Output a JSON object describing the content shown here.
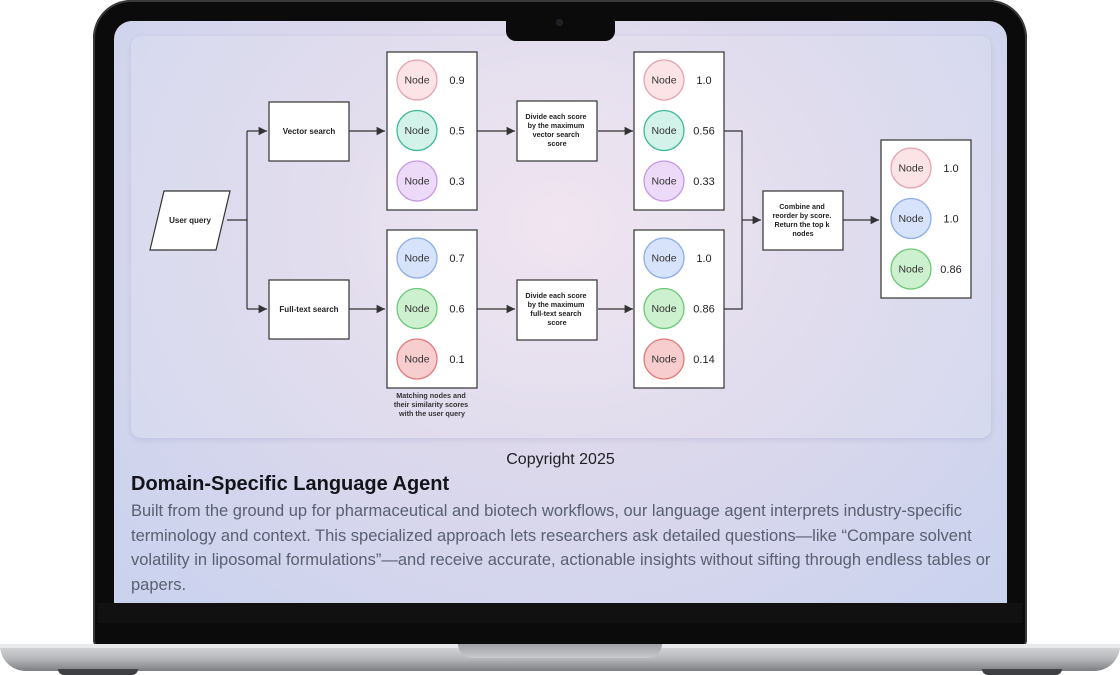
{
  "diagram": {
    "user_query": "User query",
    "vector_search": "Vector search",
    "fulltext_search": "Full-text search",
    "node_label": "Node",
    "vector_scores": [
      "0.9",
      "0.5",
      "0.3"
    ],
    "fulltext_scores": [
      "0.7",
      "0.6",
      "0.1"
    ],
    "normalize_vector": [
      "Divide each score",
      "by the maximum",
      "vector search",
      "score"
    ],
    "normalize_fulltext": [
      "Divide each score",
      "by the maximum",
      "full-text search",
      "score"
    ],
    "vector_norm_scores": [
      "1.0",
      "0.56",
      "0.33"
    ],
    "fulltext_norm_scores": [
      "1.0",
      "0.86",
      "0.14"
    ],
    "combine": [
      "Combine and",
      "reorder by score.",
      "Return the top k",
      "nodes"
    ],
    "final_scores": [
      "1.0",
      "1.0",
      "0.86"
    ],
    "caption": [
      "Matching nodes and",
      "their similarity scores",
      "with the user query"
    ],
    "colors": {
      "pink_fill": "#fbe3e6",
      "pink_stroke": "#e6a3ae",
      "teal_fill": "#d2f2ea",
      "teal_stroke": "#3fb99a",
      "purple_fill": "#ecdaf8",
      "purple_stroke": "#c79ae4",
      "blue_fill": "#d6e3fb",
      "blue_stroke": "#8caeea",
      "green_fill": "#cdf0cf",
      "green_stroke": "#6bc97a",
      "red_fill": "#f8cdcd",
      "red_stroke": "#e47a7a"
    }
  },
  "copyright": "Copyright 2025",
  "heading": "Domain-Specific Language Agent",
  "body": "Built from the ground up for pharmaceutical and biotech workflows, our language agent interprets industry-specific terminology and context. This specialized approach lets researchers ask detailed questions—like “Compare solvent volatility in liposomal formulations”—and receive accurate, actionable insights without sifting through endless tables or papers."
}
